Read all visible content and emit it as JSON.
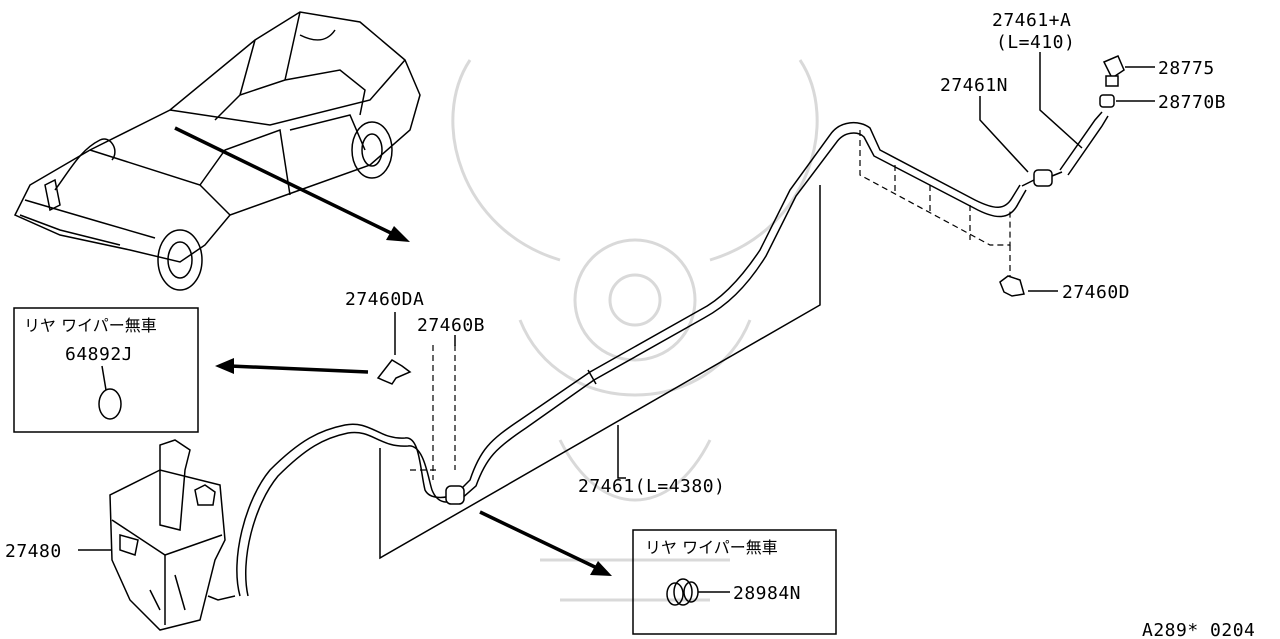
{
  "labels": {
    "p27461A": "27461+A",
    "p27461A_len": "(L=410)",
    "p28775": "28775",
    "p28770B": "28770B",
    "p27461N": "27461N",
    "p27460D": "27460D",
    "p27460DA": "27460DA",
    "p27460B": "27460B",
    "p27461": "27461(L=4380)",
    "p27480": "27480",
    "p28984N": "28984N",
    "diagram_code": "A289* 0204"
  },
  "box_left": {
    "title": "リヤ  ワイパー無車",
    "part": "64892J"
  },
  "box_right": {
    "title": "リヤ  ワイパー無車"
  }
}
